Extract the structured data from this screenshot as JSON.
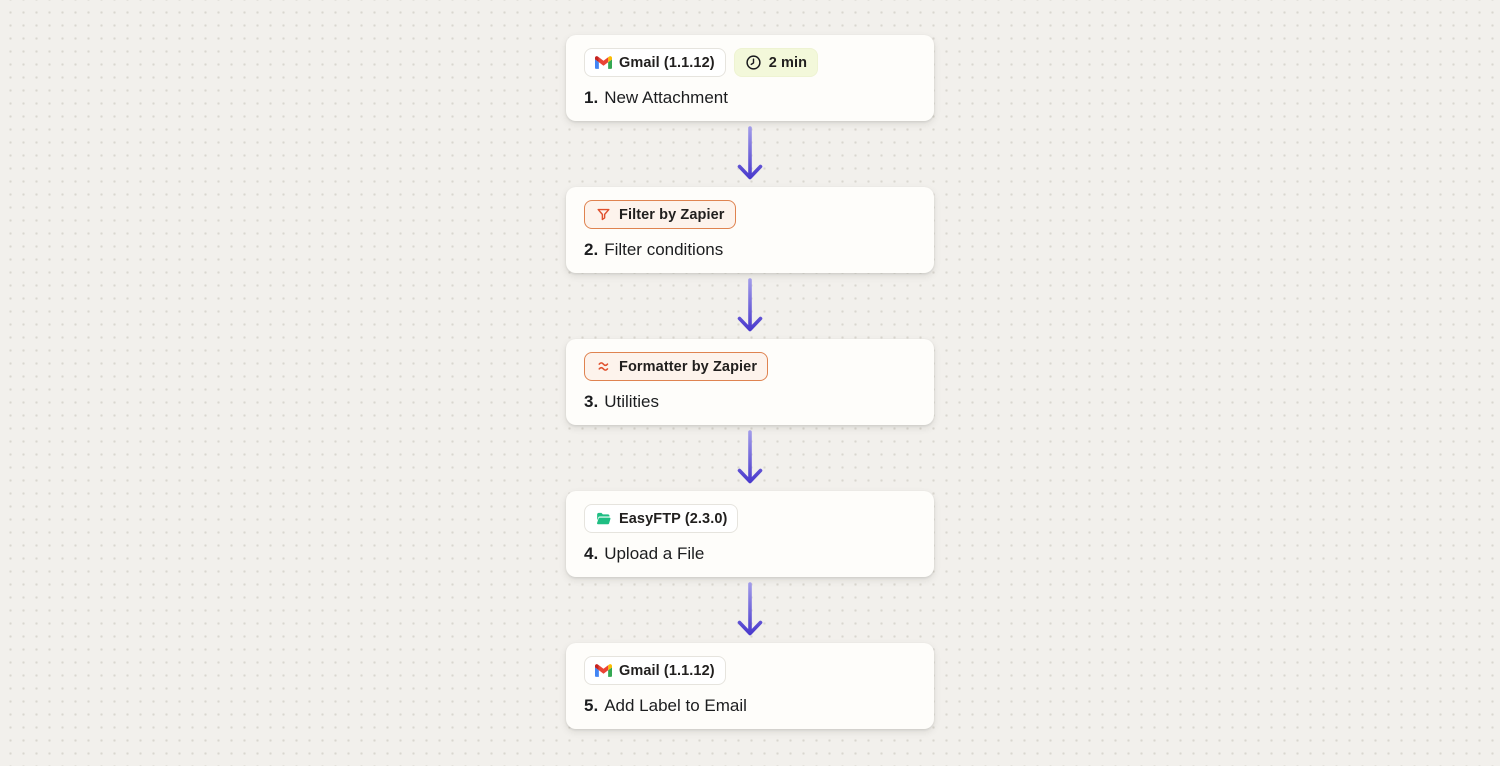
{
  "canvas": {
    "name": "zap-editor-canvas",
    "background_color": "#f2f0ec",
    "dot_color": "#d9d6cf"
  },
  "colors": {
    "card_bg": "#fefdfa",
    "arrow_top": "#998ee8",
    "arrow_bottom": "#4b3bcd",
    "builtin_badge_border": "#df8350",
    "builtin_badge_bg": "#fdf3ec",
    "builtin_icon": "#e0512e",
    "duration_badge_bg": "#f3f8da",
    "app_badge_border": "#e6e4de",
    "easyftp_green": "#1fbe83",
    "title_text": "#1c1d1f"
  },
  "workflow": {
    "steps": [
      {
        "number": "1.",
        "title": "New Attachment",
        "badges": [
          {
            "kind": "app",
            "icon": "gmail-icon",
            "label": "Gmail (1.1.12)"
          },
          {
            "kind": "duration",
            "icon": "clock-icon",
            "label": "2 min"
          }
        ]
      },
      {
        "number": "2.",
        "title": "Filter conditions",
        "badges": [
          {
            "kind": "builtin",
            "icon": "filter-icon",
            "label": "Filter by Zapier"
          }
        ]
      },
      {
        "number": "3.",
        "title": "Utilities",
        "badges": [
          {
            "kind": "builtin",
            "icon": "formatter-icon",
            "label": "Formatter by Zapier"
          }
        ]
      },
      {
        "number": "4.",
        "title": "Upload a File",
        "badges": [
          {
            "kind": "app",
            "icon": "easyftp-icon",
            "label": "EasyFTP (2.3.0)"
          }
        ]
      },
      {
        "number": "5.",
        "title": "Add Label to Email",
        "badges": [
          {
            "kind": "app",
            "icon": "gmail-icon",
            "label": "Gmail (1.1.12)"
          }
        ]
      }
    ]
  }
}
